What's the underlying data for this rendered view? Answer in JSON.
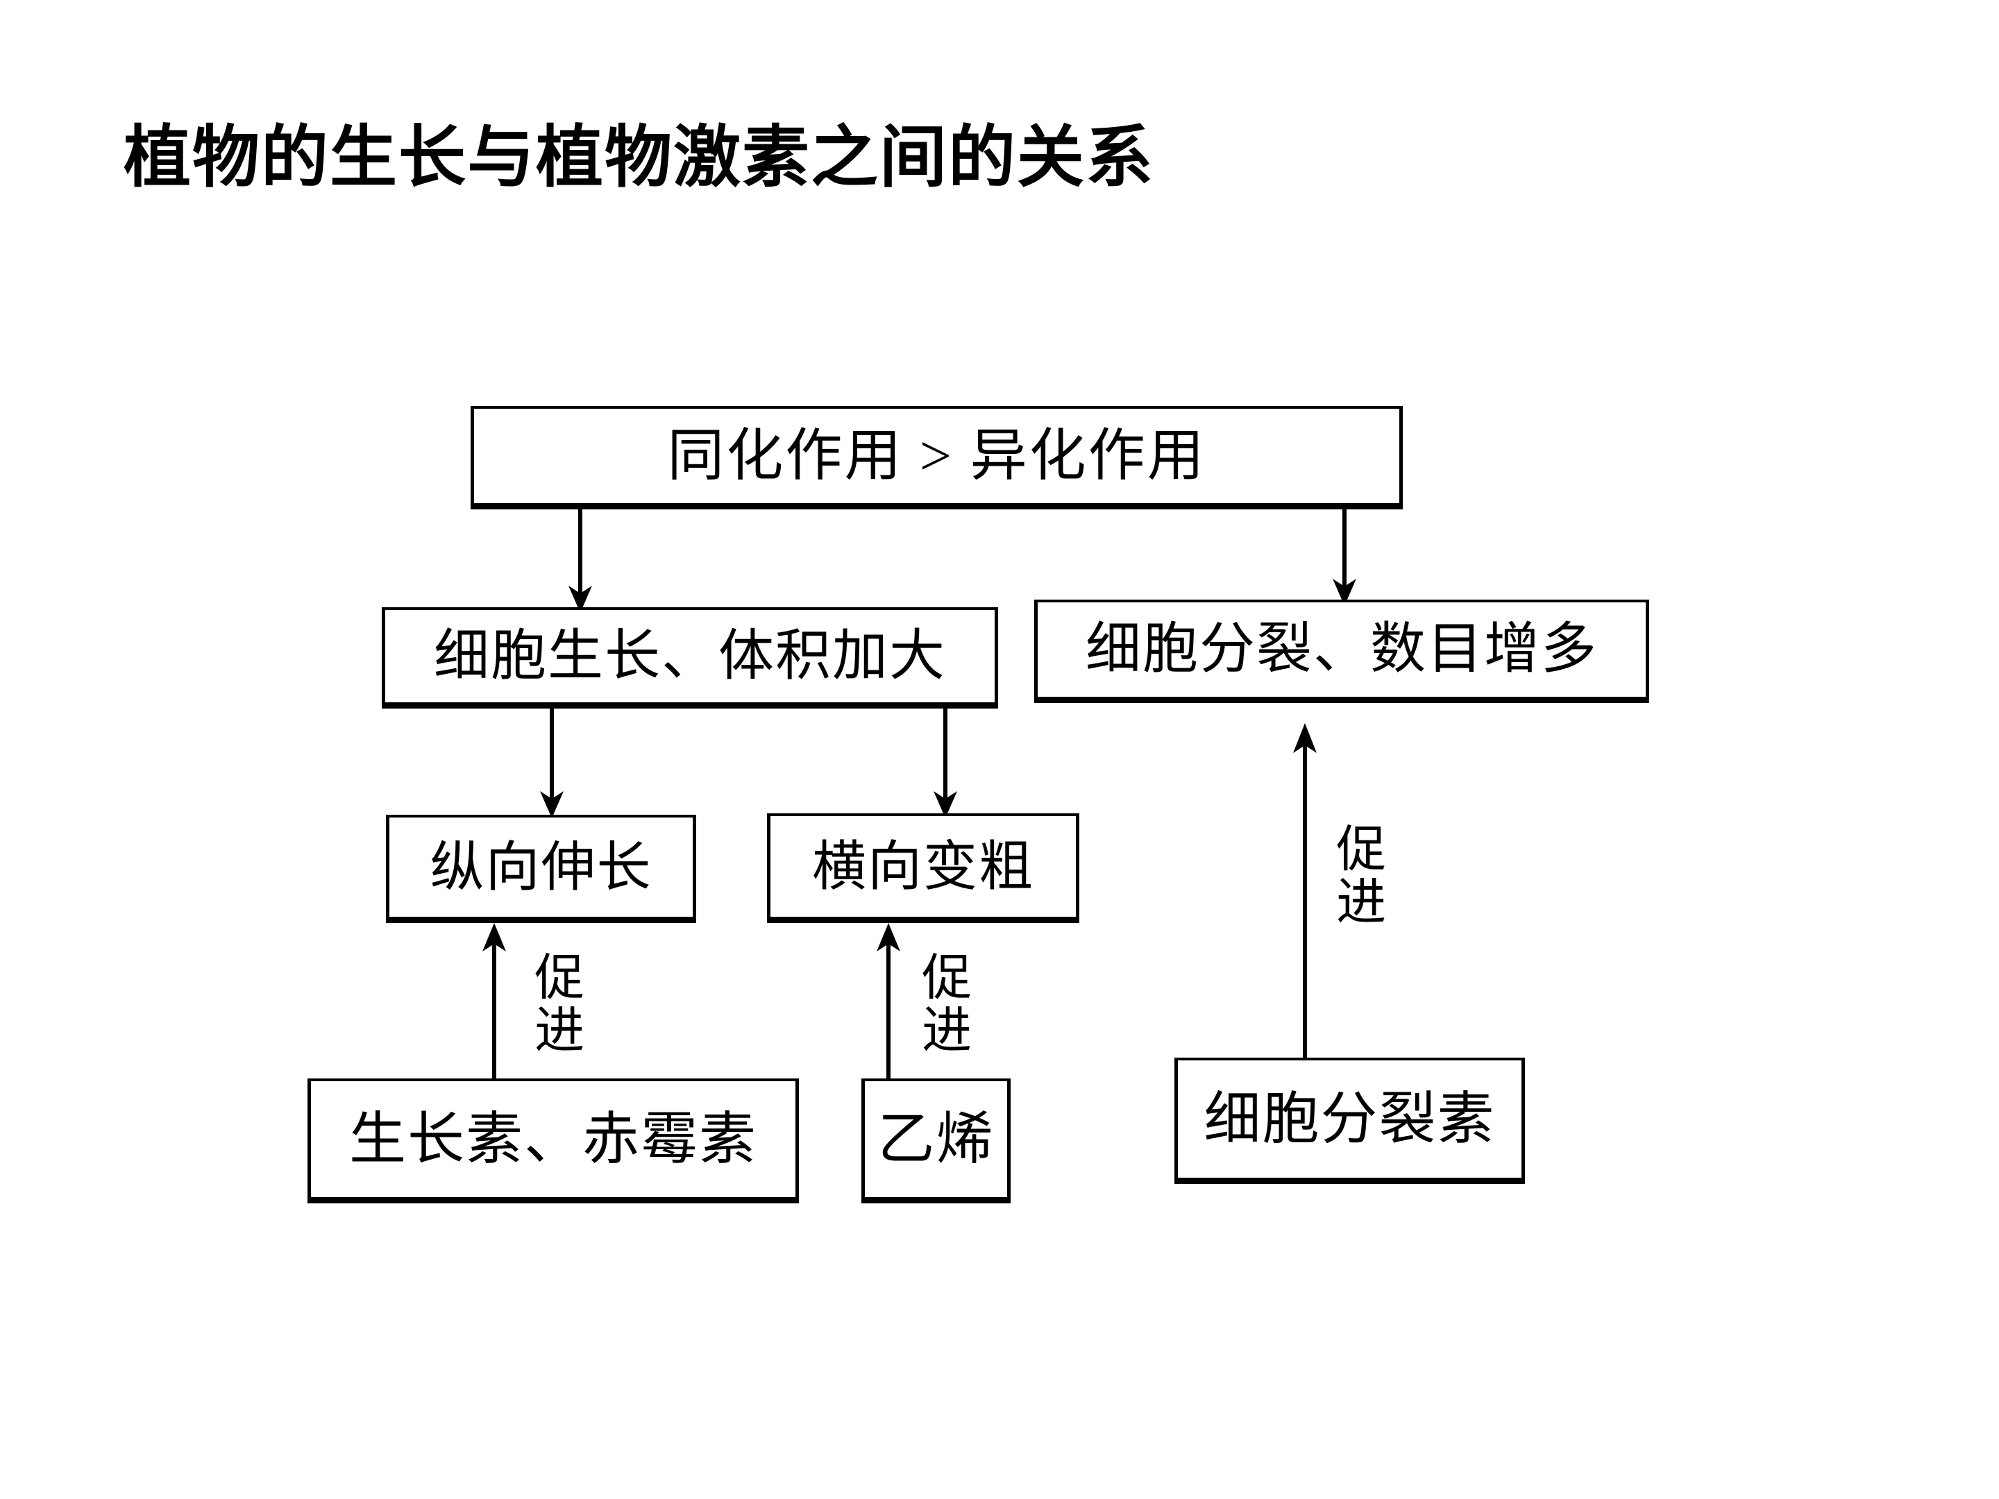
{
  "title": "植物的生长与植物激素之间的关系",
  "colors": {
    "background": "#ffffff",
    "stroke": "#000000",
    "text": "#000000"
  },
  "diagram": {
    "type": "flowchart",
    "nodes": [
      {
        "id": "assimilation",
        "label": "同化作用 > 异化作用"
      },
      {
        "id": "cell_growth",
        "label": "细胞生长、体积加大"
      },
      {
        "id": "cell_division",
        "label": "细胞分裂、数目增多"
      },
      {
        "id": "axial",
        "label": "纵向伸长"
      },
      {
        "id": "radial",
        "label": "横向变粗"
      },
      {
        "id": "auxin",
        "label": "生长素、赤霉素"
      },
      {
        "id": "ethylene",
        "label": "乙烯"
      },
      {
        "id": "cytokinin",
        "label": "细胞分裂素"
      }
    ],
    "edges": [
      {
        "from": "assimilation",
        "to": "cell_growth",
        "label": ""
      },
      {
        "from": "assimilation",
        "to": "cell_division",
        "label": ""
      },
      {
        "from": "cell_growth",
        "to": "axial",
        "label": ""
      },
      {
        "from": "cell_growth",
        "to": "radial",
        "label": ""
      },
      {
        "from": "auxin",
        "to": "axial",
        "label": "促进"
      },
      {
        "from": "ethylene",
        "to": "radial",
        "label": "促进"
      },
      {
        "from": "cytokinin",
        "to": "cell_division",
        "label": "促进"
      }
    ],
    "edge_labels": {
      "promote_axial": "促进",
      "promote_radial": "促进",
      "promote_cytokinin": "促进"
    }
  }
}
